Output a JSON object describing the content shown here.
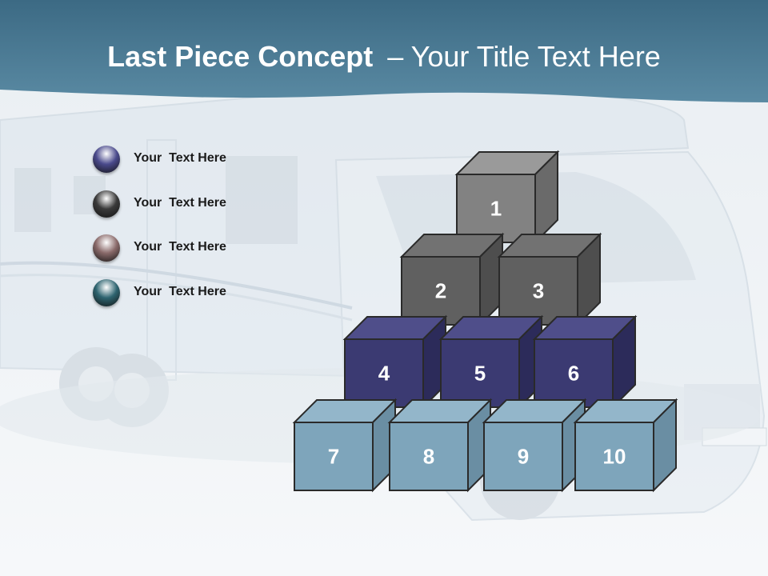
{
  "slide": {
    "title_bold": "Last Piece Concept",
    "title_rest": "– Your Title Text Here"
  },
  "bullets": [
    {
      "label": "Your  Text Here",
      "color": "#4a4a8c",
      "icon": "purple-sphere-icon"
    },
    {
      "label": "Your  Text Here",
      "color": "#3a3a3a",
      "icon": "dark-gray-sphere-icon"
    },
    {
      "label": "Your  Text Here",
      "color": "#8a6a6a",
      "icon": "rose-sphere-icon"
    },
    {
      "label": "Your  Text Here",
      "color": "#2e6470",
      "icon": "teal-sphere-icon"
    }
  ],
  "blocks": [
    {
      "label": "1",
      "palette": "gray"
    },
    {
      "label": "2",
      "palette": "darkgray"
    },
    {
      "label": "3",
      "palette": "darkgray"
    },
    {
      "label": "4",
      "palette": "navy"
    },
    {
      "label": "5",
      "palette": "navy"
    },
    {
      "label": "6",
      "palette": "navy"
    },
    {
      "label": "7",
      "palette": "steel"
    },
    {
      "label": "8",
      "palette": "steel"
    },
    {
      "label": "9",
      "palette": "steel"
    },
    {
      "label": "10",
      "palette": "steel"
    }
  ],
  "palettes": {
    "gray": {
      "front": "#828282",
      "top": "#9a9a9a",
      "side": "#6a6a6a"
    },
    "darkgray": {
      "front": "#606060",
      "top": "#727272",
      "side": "#4e4e4e"
    },
    "navy": {
      "front": "#3b3a72",
      "top": "#4f4e8a",
      "side": "#2c2b5a"
    },
    "steel": {
      "front": "#7ea5bb",
      "top": "#93b6ca",
      "side": "#6a8ea3"
    }
  },
  "background": {
    "header_color": "#3e6e88",
    "image": "motorhome-illustration"
  }
}
